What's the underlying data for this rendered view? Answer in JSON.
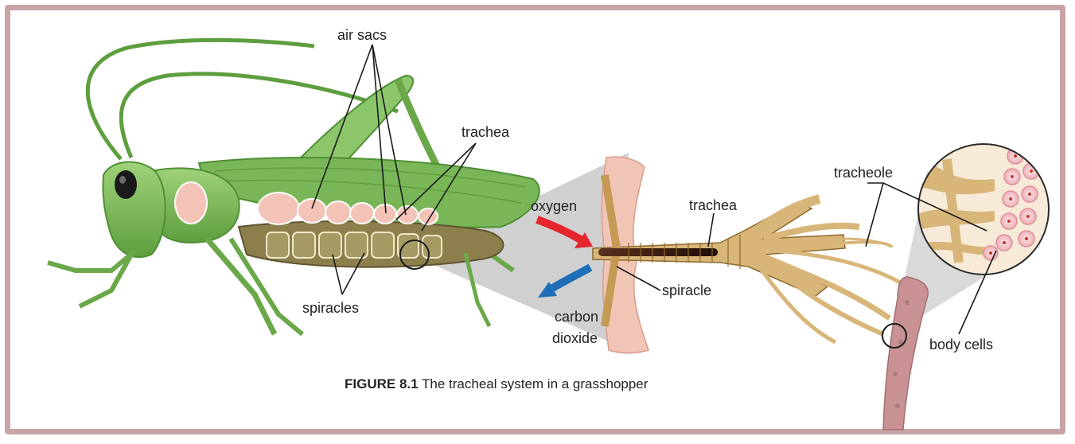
{
  "labels": {
    "air_sacs": "air sacs",
    "trachea_left": "trachea",
    "spiracles": "spiracles",
    "oxygen": "oxygen",
    "carbon_dioxide_line1": "carbon",
    "carbon_dioxide_line2": "dioxide",
    "trachea_right": "trachea",
    "spiracle": "spiracle",
    "tracheole": "tracheole",
    "body_cells": "body cells"
  },
  "caption": {
    "number": "FIGURE 8.1",
    "text": " The tracheal system in a grasshopper"
  },
  "colors": {
    "frame": "#c9a4a6",
    "grasshopper_green": "#7cbb5a",
    "dark_green": "#4f8f34",
    "trachea_tan": "#d8b679",
    "tissue_pink": "#f1c5b6",
    "oxygen_arrow": "#e6262d",
    "co2_arrow": "#1f6fb8",
    "gray_zoom": "#c9c9c9"
  }
}
